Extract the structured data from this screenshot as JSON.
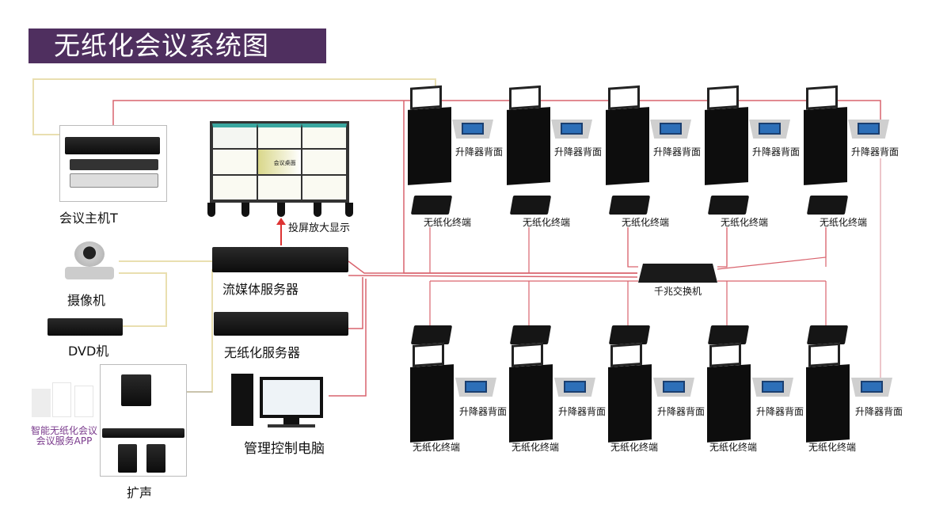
{
  "title": "无纸化会议系统图",
  "labels": {
    "host": "会议主机T",
    "wall": "投屏放大显示",
    "camera": "摄像机",
    "dvd": "DVD机",
    "stream_server": "流媒体服务器",
    "paperless_server": "无纸化服务器",
    "pc": "管理控制电脑",
    "speaker": "扩声",
    "app_line1": "智能无纸化会议",
    "app_line2": "会议服务APP",
    "switch": "千兆交换机",
    "wall_screen": "会议桌面"
  },
  "top_units": [
    {
      "lifter": "升降器背面",
      "terminal": "无纸化终端"
    },
    {
      "lifter": "升降器背面",
      "terminal": "无纸化终端"
    },
    {
      "lifter": "升降器背面",
      "terminal": "无纸化终端"
    },
    {
      "lifter": "升降器背面",
      "terminal": "无纸化终端"
    },
    {
      "lifter": "升降器背面",
      "terminal": "无纸化终端"
    }
  ],
  "bottom_units": [
    {
      "lifter": "升降器背面",
      "terminal": "无纸化终端"
    },
    {
      "lifter": "升降器背面",
      "terminal": "无纸化终端"
    },
    {
      "lifter": "升降器背面",
      "terminal": "无纸化终端"
    },
    {
      "lifter": "升降器背面",
      "terminal": "无纸化终端"
    },
    {
      "lifter": "升降器背面",
      "terminal": "无纸化终端"
    }
  ],
  "colors": {
    "title_bg": "#4f2f5f",
    "red_line": "#d9646e",
    "beige_line": "#e8dcae",
    "app_text": "#7a3a8c"
  }
}
